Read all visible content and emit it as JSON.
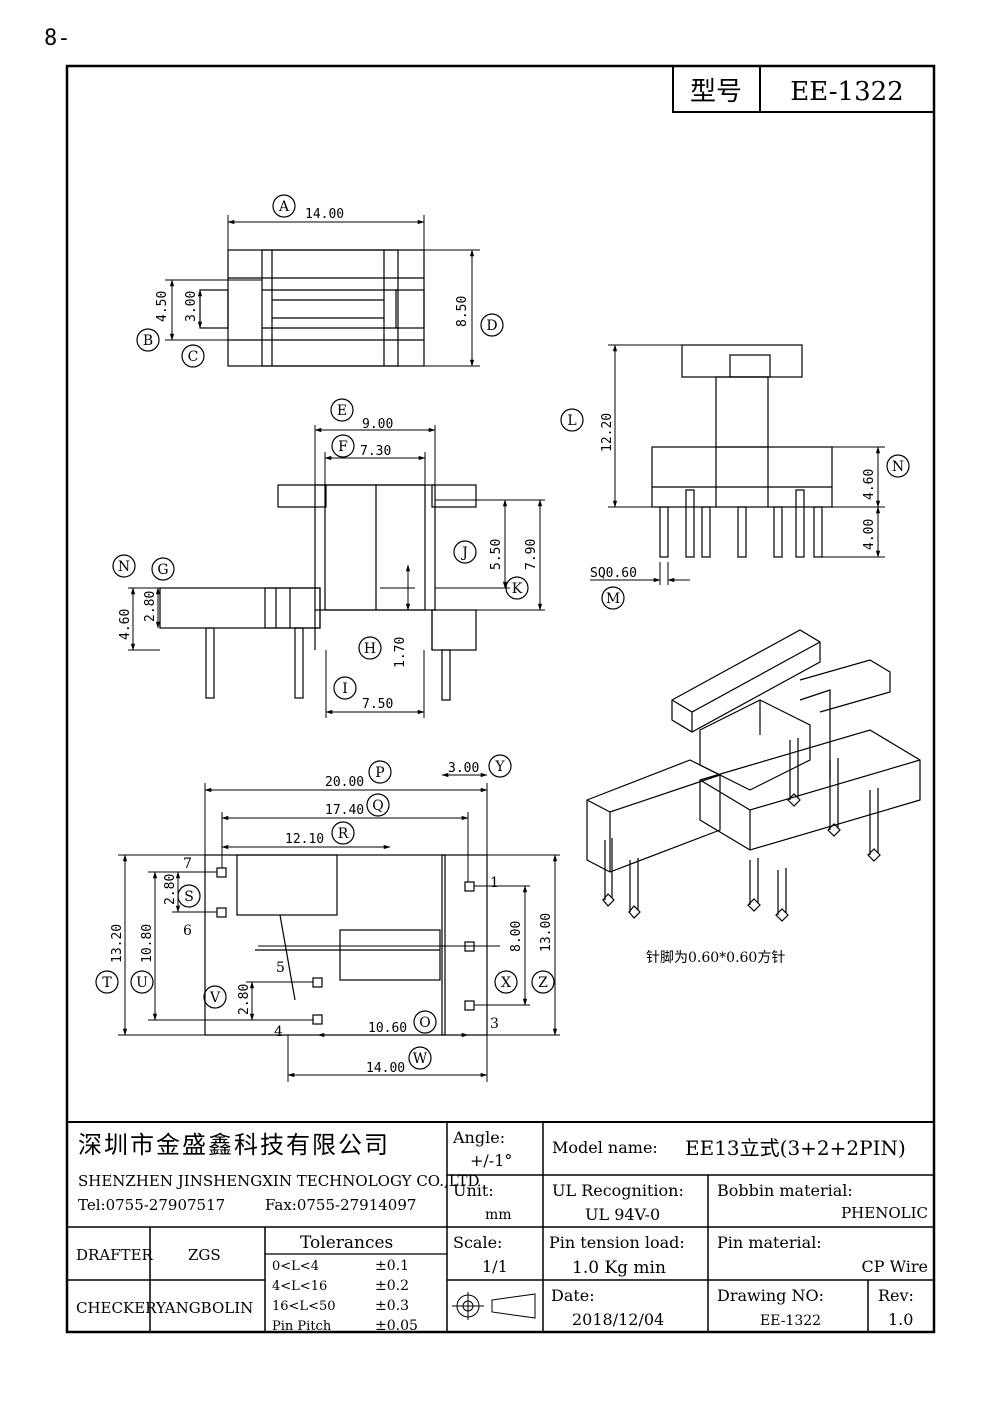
{
  "page_number": "8-",
  "header": {
    "model_label": "型号",
    "model_value": "EE-1322"
  },
  "dimensions": {
    "A": "14.00",
    "B": "4.50",
    "C": "3.00",
    "D": "8.50",
    "E": "9.00",
    "F": "7.30",
    "G": "2.80",
    "N_side": "4.60",
    "J": "5.50",
    "K": "7.90",
    "H": "1.70",
    "I": "7.50",
    "L": "12.20",
    "N": "4.60",
    "pin_len": "4.00",
    "M": "SQ0.60",
    "P": "20.00",
    "Y": "3.00",
    "Q": "17.40",
    "R": "12.10",
    "S": "2.80",
    "T": "13.20",
    "U": "10.80",
    "V": "2.80",
    "O": "10.60",
    "W": "14.00",
    "X": "8.00",
    "Z": "13.00"
  },
  "pins": {
    "p1": "1",
    "p3": "3",
    "p4": "4",
    "p5": "5",
    "p6": "6",
    "p7": "7"
  },
  "pin_note": "针脚为0.60*0.60方针",
  "title_block": {
    "company_cn": "深圳市金盛鑫科技有限公司",
    "company_en": "SHENZHEN JINSHENGXIN TECHNOLOGY CO.,LTD",
    "tel": "Tel:0755-27907517",
    "fax": "Fax:0755-27914097",
    "angle_label": "Angle:",
    "angle_value": "+/-1°",
    "unit_label": "Unit:",
    "unit_value": "mm",
    "scale_label": "Scale:",
    "scale_value": "1/1",
    "model_name_label": "Model name:",
    "model_name_value": "EE13立式(3+2+2PIN)",
    "ul_label": "UL Recognition:",
    "ul_value": "UL 94V-0",
    "bobbin_label": "Bobbin material:",
    "bobbin_value": "PHENOLIC",
    "pin_tension_label": "Pin tension load:",
    "pin_tension_value": "1.0 Kg min",
    "pin_material_label": "Pin material:",
    "pin_material_value": "CP Wire",
    "date_label": "Date:",
    "date_value": "2018/12/04",
    "drawing_no_label": "Drawing NO:",
    "drawing_no_value": "EE-1322",
    "rev_label": "Rev:",
    "rev_value": "1.0",
    "drafter_label": "DRAFTER",
    "drafter_value": "ZGS",
    "checker_label": "CHECKER",
    "checker_value": "YANGBOLIN",
    "tolerances_label": "Tolerances",
    "tolerances": [
      {
        "range": "0<L<4",
        "value": "±0.1"
      },
      {
        "range": "4<L<16",
        "value": "±0.2"
      },
      {
        "range": "16<L<50",
        "value": "±0.3"
      },
      {
        "range": "Pin Pitch",
        "value": "±0.05"
      }
    ]
  }
}
